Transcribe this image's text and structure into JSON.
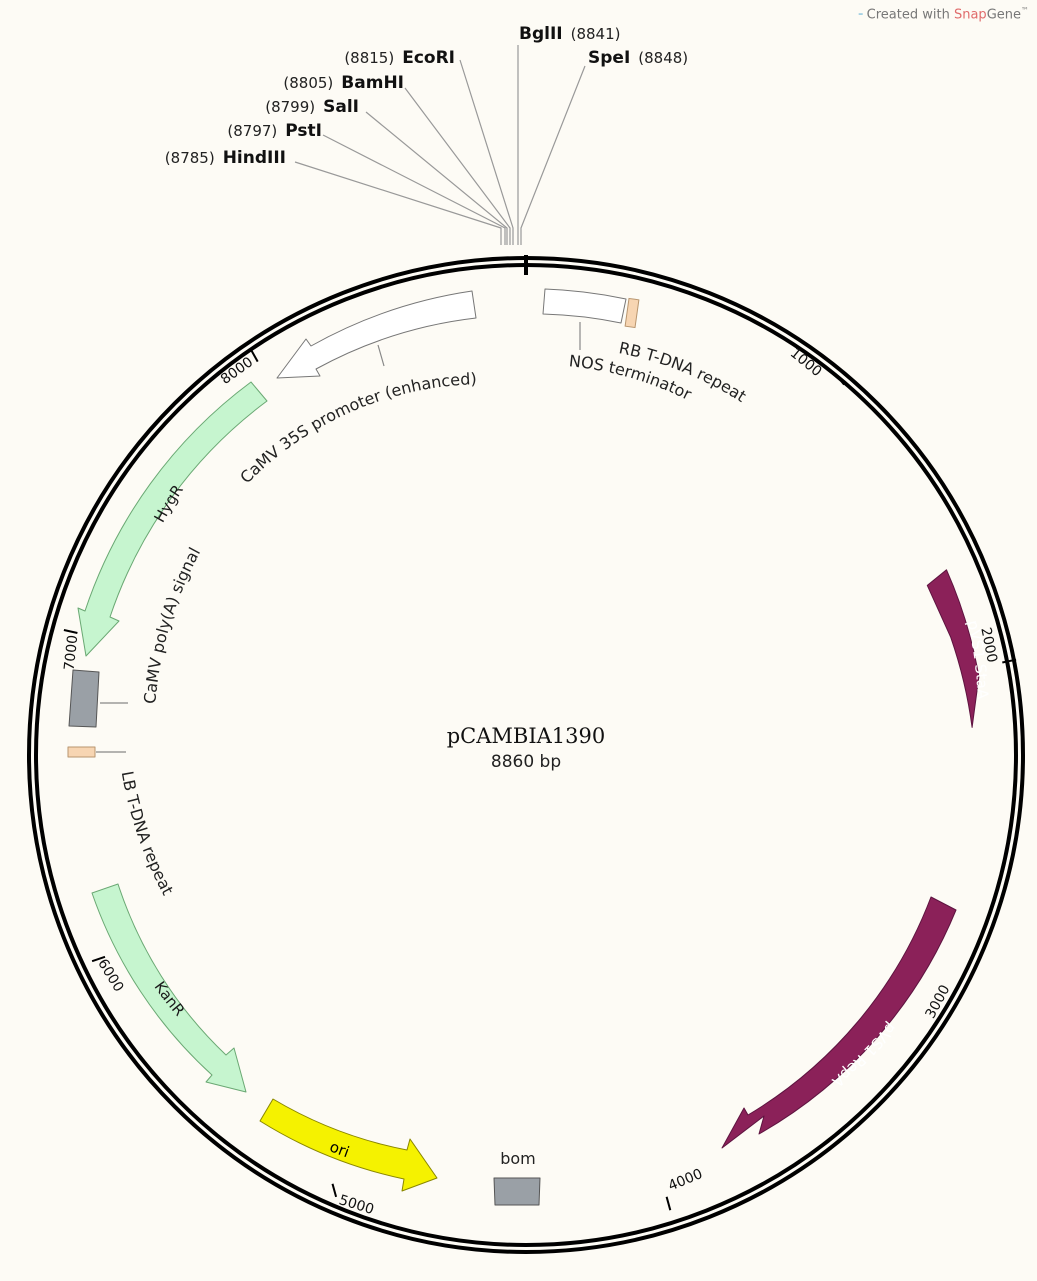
{
  "credit": {
    "prefix": "Created with ",
    "brand": "Snap",
    "suffix": "Gene",
    "mark": "™"
  },
  "plasmid": {
    "name": "pCAMBIA1390",
    "length_label": "8860 bp",
    "length": 8860
  },
  "ticks": [
    {
      "bp": 1000,
      "label": "1000"
    },
    {
      "bp": 2000,
      "label": "2000"
    },
    {
      "bp": 3000,
      "label": "3000"
    },
    {
      "bp": 4000,
      "label": "4000"
    },
    {
      "bp": 5000,
      "label": "5000"
    },
    {
      "bp": 6000,
      "label": "6000"
    },
    {
      "bp": 7000,
      "label": "7000"
    },
    {
      "bp": 8000,
      "label": "8000"
    }
  ],
  "sites": [
    {
      "name": "HindIII",
      "pos": "(8785)",
      "side": "left"
    },
    {
      "name": "PstI",
      "pos": "(8797)",
      "side": "left"
    },
    {
      "name": "SalI",
      "pos": "(8799)",
      "side": "left"
    },
    {
      "name": "BamHI",
      "pos": "(8805)",
      "side": "left"
    },
    {
      "name": "EcoRI",
      "pos": "(8815)",
      "side": "left"
    },
    {
      "name": "BglII",
      "pos": "(8841)",
      "side": "right"
    },
    {
      "name": "SpeI",
      "pos": "(8848)",
      "side": "right"
    }
  ],
  "features": [
    {
      "name": "pVS1 StaA",
      "color": "#8b2159",
      "text_color": "#ffffff",
      "inside": true
    },
    {
      "name": "pVS1 RepA",
      "color": "#8b2159",
      "text_color": "#ffffff",
      "inside": true
    },
    {
      "name": "ori",
      "color": "#f5f200",
      "text_color": "#000000",
      "inside": true
    },
    {
      "name": "KanR",
      "color": "#c6f5cf",
      "text_color": "#1a1a1a",
      "inside": true
    },
    {
      "name": "HygR",
      "color": "#c6f5cf",
      "text_color": "#1a1a1a",
      "inside": true
    },
    {
      "name": "CaMV 35S promoter (enhanced)",
      "color": "#ffffff",
      "text_color": "#222222",
      "inside": false
    },
    {
      "name": "NOS terminator",
      "color": "#ffffff",
      "text_color": "#222222",
      "inside": false
    },
    {
      "name": "RB T-DNA repeat",
      "color": "#f7d5b2",
      "text_color": "#222222",
      "inside": false
    },
    {
      "name": "LB T-DNA repeat",
      "color": "#f7d5b2",
      "text_color": "#222222",
      "inside": false
    },
    {
      "name": "CaMV poly(A) signal",
      "color": "#9aa0a6",
      "text_color": "#222222",
      "inside": false
    },
    {
      "name": "bom",
      "color": "#9aa0a6",
      "text_color": "#222222",
      "inside": false
    }
  ]
}
